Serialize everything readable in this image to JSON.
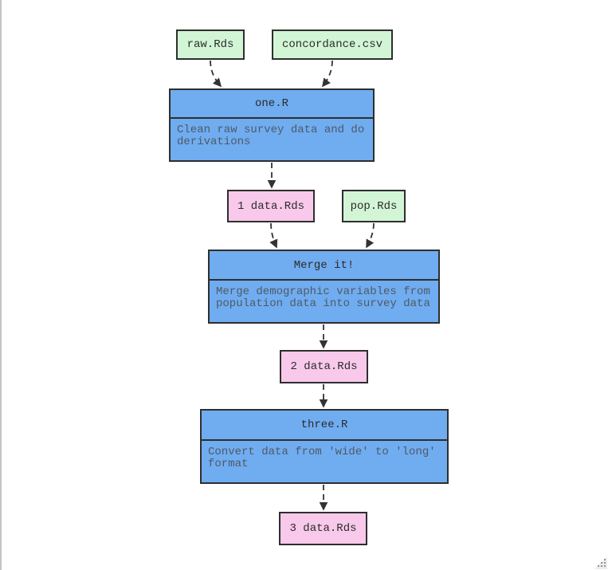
{
  "diagram": {
    "type": "flowchart",
    "direction": "top-down",
    "colors": {
      "file_node_fill": "#d2f5d6",
      "data_node_fill": "#f8c9ea",
      "process_node_fill": "#70acf0",
      "node_border": "#2e2e2e",
      "title_text": "#2b2b2b",
      "description_text": "#4e5a66",
      "edge": "#333333",
      "page_background": "#ffffff",
      "page_left_border": "#c4c4c4"
    },
    "nodes": {
      "raw": {
        "label": "raw.Rds",
        "kind": "input-file"
      },
      "concordance": {
        "label": "concordance.csv",
        "kind": "input-file"
      },
      "one": {
        "title": "one.R",
        "description": "Clean raw survey data and do derivations",
        "kind": "process"
      },
      "data1": {
        "label": "1 data.Rds",
        "kind": "data-file"
      },
      "pop": {
        "label": "pop.Rds",
        "kind": "input-file"
      },
      "merge": {
        "title": "Merge it!",
        "description": "Merge demographic variables from population data into survey data",
        "kind": "process"
      },
      "data2": {
        "label": "2 data.Rds",
        "kind": "data-file"
      },
      "three": {
        "title": "three.R",
        "description": "Convert data from 'wide' to 'long' format",
        "kind": "process"
      },
      "data3": {
        "label": "3 data.Rds",
        "kind": "data-file"
      }
    },
    "edges": [
      {
        "from": "raw.Rds",
        "to": "one.R",
        "style": "dashed"
      },
      {
        "from": "concordance.csv",
        "to": "one.R",
        "style": "dashed"
      },
      {
        "from": "one.R",
        "to": "1 data.Rds",
        "style": "dashed"
      },
      {
        "from": "1 data.Rds",
        "to": "Merge it!",
        "style": "dashed"
      },
      {
        "from": "pop.Rds",
        "to": "Merge it!",
        "style": "dashed"
      },
      {
        "from": "Merge it!",
        "to": "2 data.Rds",
        "style": "dashed"
      },
      {
        "from": "2 data.Rds",
        "to": "three.R",
        "style": "dashed"
      },
      {
        "from": "three.R",
        "to": "3 data.Rds",
        "style": "dashed"
      }
    ]
  }
}
